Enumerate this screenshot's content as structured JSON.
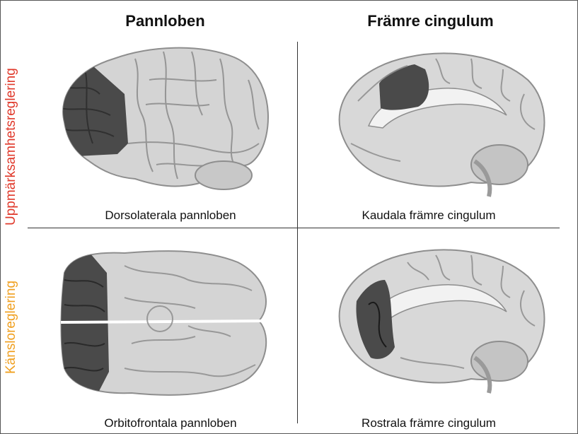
{
  "columns": {
    "left": "Pannloben",
    "right": "Främre cingulum"
  },
  "rows": {
    "top": {
      "label": "Uppmärksamhetsreglering",
      "color": "#e0392b"
    },
    "bottom": {
      "label": "Känsloreglering",
      "color": "#f0a020"
    }
  },
  "captions": {
    "top_left": "Dorsolaterala pannloben",
    "top_right": "Kaudala främre cingulum",
    "bottom_left": "Orbitofrontala pannloben",
    "bottom_right": "Rostrala främre cingulum"
  },
  "colors": {
    "brain_base": "#d4d4d4",
    "brain_fold": "#8e8e8e",
    "highlight": "#4a4a4a",
    "divider": "#333333"
  }
}
